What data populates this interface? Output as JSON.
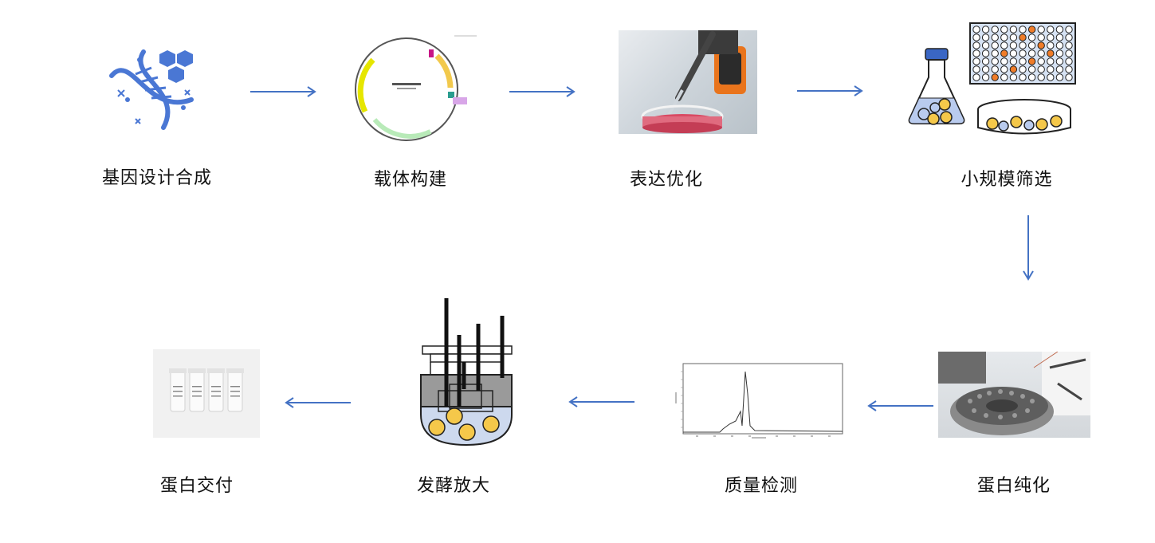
{
  "steps": [
    {
      "label": "基因设计合成",
      "icon": "dna-molecule-icon"
    },
    {
      "label": "载体构建",
      "icon": "plasmid-map-icon"
    },
    {
      "label": "表达优化",
      "icon": "pipette-petri-dish-icon"
    },
    {
      "label": "小规模筛选",
      "icon": "flask-well-plate-icon"
    },
    {
      "label": "蛋白纯化",
      "icon": "purification-instrument-icon"
    },
    {
      "label": "质量检测",
      "icon": "chromatogram-icon"
    },
    {
      "label": "发酵放大",
      "icon": "bioreactor-icon"
    },
    {
      "label": "蛋白交付",
      "icon": "protein-tubes-icon"
    }
  ],
  "colors": {
    "arrow": "#4472c4",
    "dna": "#4a77d4",
    "yellow": "#f5c84a",
    "orange": "#f07c28"
  }
}
